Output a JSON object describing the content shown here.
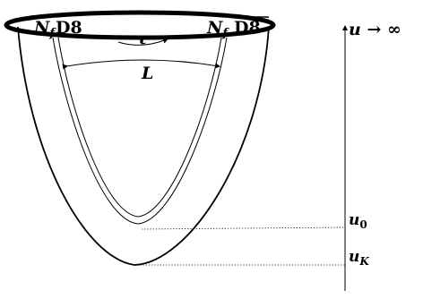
{
  "labels": {
    "left_brane_n": "N",
    "left_brane_sub": "f",
    "left_brane_d": "D8",
    "right_brane_n": "N",
    "right_brane_sub": "f",
    "right_brane_d": "D8",
    "tau": "τ",
    "length": "L",
    "axis_top_u": "u",
    "axis_top_rest": " → ∞",
    "axis_u0_main": "u",
    "axis_u0_sub": "0",
    "axis_uk_main": "u",
    "axis_uk_sub": "K"
  },
  "colors": {
    "stroke": "#000000",
    "background": "#ffffff"
  }
}
